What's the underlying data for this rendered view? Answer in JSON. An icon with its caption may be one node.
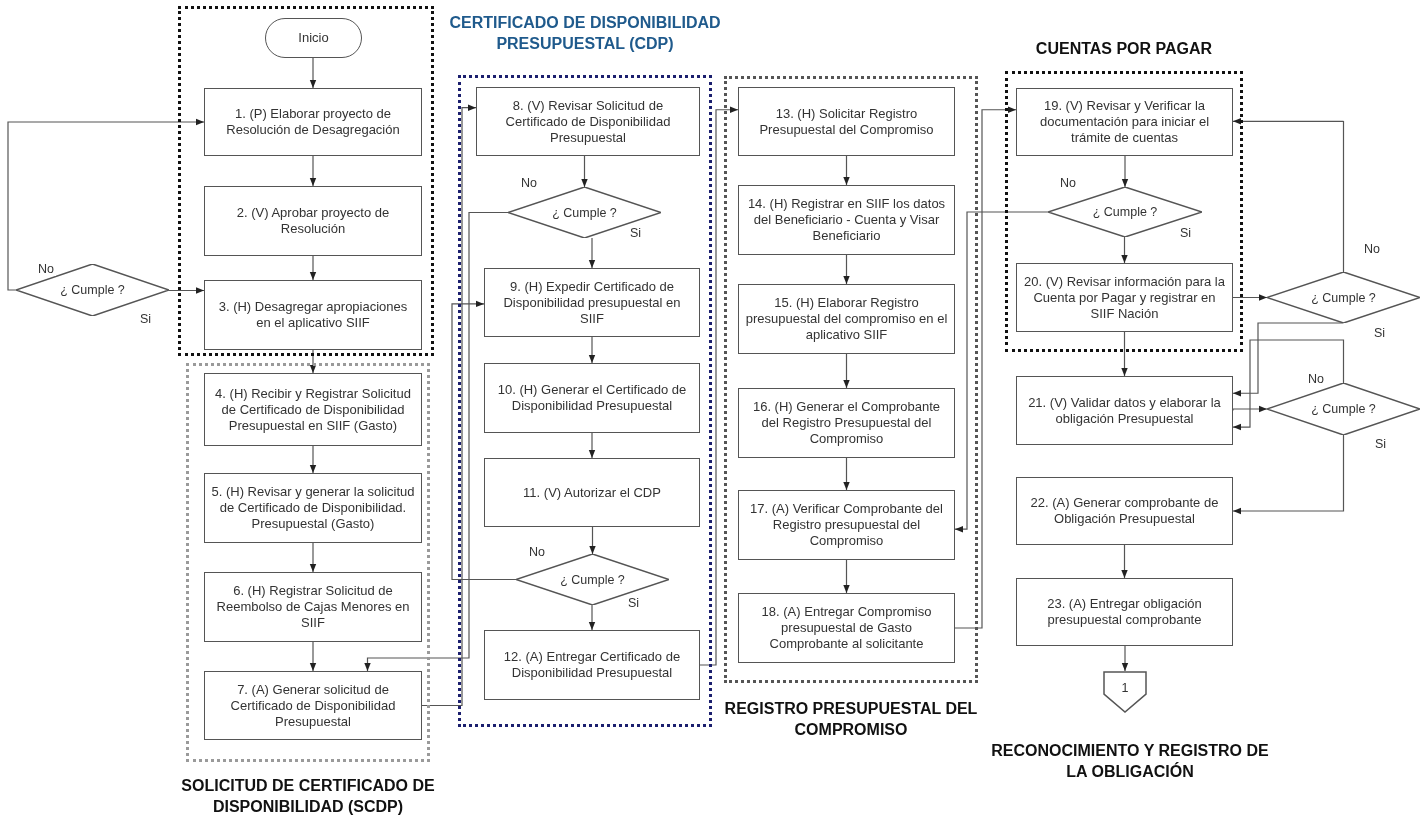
{
  "diagram": {
    "nodes": [
      {
        "text": [],
        "shape": "box"
      },
      {
        "text": [
          "Inicio"
        ],
        "in": 0
      },
      {
        "text": [
          "1. (P) Elaborar proyecto de Resolución de Desagregación"
        ],
        "in": 0
      },
      {
        "text": [
          "2. (V) Aprobar proyecto de Resolución"
        ],
        "in": 0
      },
      {
        "text": [
          "3. (H) Desagregar apropiaciones en el aplicativo SIIF"
        ],
        "in": 0
      },
      {
        "text": [
          "¿ Cumple ?"
        ]
      },
      {
        "text": [
          "SOLICITUD DE CERTIFICADO DE DISPONIBILIDAD (SCDP)"
        ]
      },
      {
        "text": [
          "4. (H) Recibir y Registrar Solicitud de Certificado de Disponibilidad Presupuestal en SIIF (Gasto)"
        ],
        "in": 6
      },
      {
        "text": [
          "5. (H) Revisar y generar la solicitud de Certificado de Disponibilidad. Presupuestal (Gasto)"
        ],
        "in": 6
      },
      {
        "text": [
          "6. (H) Registrar Solicitud de Reembolso de Cajas Menores en SIIF"
        ],
        "in": 6
      },
      {
        "text": [
          "7. (A) Generar solicitud de Certificado de Disponibilidad Presupuestal"
        ],
        "in": 6
      },
      {
        "text": [
          "CERTIFICADO DE DISPONIBILIDAD PRESUPUESTAL (CDP)"
        ]
      },
      {
        "text": [
          "8. (V) Revisar Solicitud de Certificado de Disponibilidad Presupuestal"
        ],
        "in": 11
      },
      {
        "text": [
          "¿ Cumple ?"
        ],
        "in": 11
      },
      {
        "text": [
          "9. (H) Expedir Certificado de Disponibilidad presupuestal en SIIF"
        ],
        "in": 11
      },
      {
        "text": [
          "10. (H) Generar el Certificado de Disponibilidad Presupuestal"
        ],
        "in": 11
      },
      {
        "text": [
          "11. (V) Autorizar el CDP"
        ],
        "in": 11
      },
      {
        "text": [
          "¿ Cumple ?"
        ],
        "in": 11
      },
      {
        "text": [
          "12. (A) Entregar Certificado de Disponibilidad Presupuestal"
        ],
        "in": 11
      },
      {
        "text": [
          "REGISTRO PRESUPUESTAL DEL COMPROMISO"
        ]
      },
      {
        "text": [
          "13. (H) Solicitar Registro Presupuestal del Compromiso"
        ],
        "in": 19
      },
      {
        "text": [
          "14. (H) Registrar en SIIF los datos del Beneficiario - Cuenta y Visar Beneficiario"
        ],
        "in": 19
      },
      {
        "text": [
          "15. (H) Elaborar Registro presupuestal del compromiso en el aplicativo SIIF"
        ],
        "in": 19
      },
      {
        "text": [
          "16. (H) Generar el Comprobante del Registro Presupuestal del Compromiso"
        ],
        "in": 19
      },
      {
        "text": [
          "17. (A) Verificar Comprobante del Registro presupuestal del Compromiso"
        ],
        "in": 19
      },
      {
        "text": [
          "18. (A) Entregar Compromiso presupuestal de Gasto Comprobante al solicitante"
        ],
        "in": 19
      },
      {
        "text": [
          "CUENTAS POR PAGAR"
        ]
      },
      {
        "text": [
          "19. (V) Revisar y Verificar la documentación para iniciar el trámite de cuentas"
        ],
        "in": 26
      },
      {
        "text": [
          "¿ Cumple ?"
        ],
        "in": 26
      },
      {
        "text": [
          "20. (V) Revisar información para la Cuenta por Pagar y registrar en SIIF Nación"
        ],
        "in": 26
      },
      {
        "text": [
          "¿ Cumple ?"
        ]
      },
      {
        "text": [
          "21. (V) Validar datos y elaborar la obligación Presupuestal"
        ]
      },
      {
        "text": [
          "¿ Cumple ?"
        ]
      },
      {
        "text": [
          "22. (A) Generar comprobante de Obligación Presupuestal"
        ]
      },
      {
        "text": [
          "23. (A) Entregar obligación presupuestal comprobante"
        ]
      },
      {
        "text": [
          "1"
        ]
      }
    ],
    "edges": [
      {
        "from": 1,
        "to": 2,
        "arrow": "to"
      },
      {
        "from": 2,
        "to": 3,
        "arrow": "to"
      },
      {
        "from": 3,
        "to": 4,
        "arrow": "to"
      },
      {
        "from": 5,
        "to": 2,
        "arrow": "to",
        "label": "No"
      },
      {
        "from": 5,
        "to": 4,
        "arrow": "to",
        "label": "Si"
      },
      {
        "from": 4,
        "to": 7,
        "arrow": "to"
      },
      {
        "from": 7,
        "to": 8,
        "arrow": "to"
      },
      {
        "from": 8,
        "to": 9,
        "arrow": "to"
      },
      {
        "from": 9,
        "to": 10,
        "arrow": "to"
      },
      {
        "from": 10,
        "to": 12,
        "arrow": "to"
      },
      {
        "from": 12,
        "to": 13,
        "arrow": "to"
      },
      {
        "from": 13,
        "to": 10,
        "arrow": "to",
        "label": "No"
      },
      {
        "from": 13,
        "to": 14,
        "arrow": "to",
        "label": "Si"
      },
      {
        "from": 14,
        "to": 15,
        "arrow": "to"
      },
      {
        "from": 15,
        "to": 16,
        "arrow": "to"
      },
      {
        "from": 16,
        "to": 17,
        "arrow": "to"
      },
      {
        "from": 17,
        "to": 14,
        "arrow": "to",
        "label": "No"
      },
      {
        "from": 17,
        "to": 18,
        "arrow": "to",
        "label": "Si"
      },
      {
        "from": 18,
        "to": 20,
        "arrow": "to"
      },
      {
        "from": 20,
        "to": 21,
        "arrow": "to"
      },
      {
        "from": 21,
        "to": 22,
        "arrow": "to"
      },
      {
        "from": 22,
        "to": 23,
        "arrow": "to"
      },
      {
        "from": 23,
        "to": 24,
        "arrow": "to"
      },
      {
        "from": 24,
        "to": 25,
        "arrow": "to"
      },
      {
        "from": 25,
        "to": 27,
        "arrow": "to"
      },
      {
        "from": 27,
        "to": 28,
        "arrow": "to"
      },
      {
        "from": 28,
        "to": 24,
        "arrow": "to",
        "label": "No"
      },
      {
        "from": 28,
        "to": 29,
        "arrow": "to",
        "label": "Si"
      },
      {
        "from": 29,
        "to": 30,
        "arrow": "to"
      },
      {
        "from": 30,
        "to": 27,
        "arrow": "to",
        "label": "No"
      },
      {
        "from": 30,
        "to": 31,
        "arrow": "to",
        "label": "Si"
      },
      {
        "from": 29,
        "to": 31,
        "arrow": "to"
      },
      {
        "from": 31,
        "to": 32,
        "arrow": "to"
      },
      {
        "from": 32,
        "to": 31,
        "arrow": "to",
        "label": "No"
      },
      {
        "from": 32,
        "to": 33,
        "arrow": "to",
        "label": "Si"
      },
      {
        "from": 33,
        "to": 34,
        "arrow": "to"
      },
      {
        "from": 34,
        "to": 35,
        "arrow": "to"
      }
    ],
    "labels": [
      "RECONOCIMIENTO Y REGISTRO DE LA OBLIGACIÓN"
    ]
  }
}
